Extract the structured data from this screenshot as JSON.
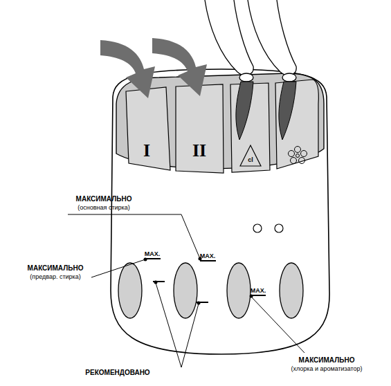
{
  "diagram": {
    "labels": [
      "I",
      "II",
      "cl",
      "MAX.",
      "MAX.",
      "MAX.",
      "МАКСИМАЛЬНО",
      "(основная стирка)",
      "МАКСИМАЛЬНО",
      "(предвар. стирка)",
      "РЕКОМЕНДОВАНО",
      "МАКСИМАЛЬНО",
      "(хлорка и ароматизатор)"
    ]
  }
}
